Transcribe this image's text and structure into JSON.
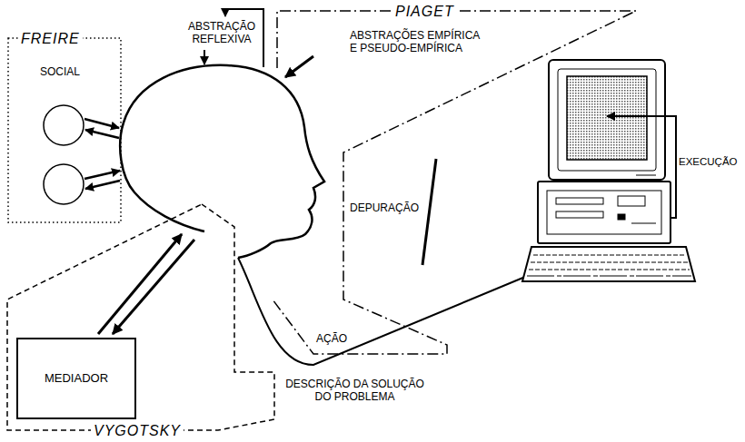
{
  "diagram": {
    "nodes": [
      {
        "text": [
          "FREIRE",
          "SOCIAL"
        ]
      },
      {
        "text": [
          "PIAGET",
          "ABSTRAÇÕES EMPÍRICA E PSEUDO-EMPÍRICA",
          "DEPURAÇÃO",
          "AÇÃO"
        ]
      },
      {
        "text": [
          "VYGOTSKY",
          "DESCRIÇÃO DA SOLUÇÃO DO PROBLEMA"
        ]
      },
      {
        "text": [
          "MEDIADOR"
        ],
        "in": 2
      }
    ],
    "labels": [
      "ABSTRAÇÃO REFLEXIVA",
      "EXECUÇÃO"
    ]
  }
}
